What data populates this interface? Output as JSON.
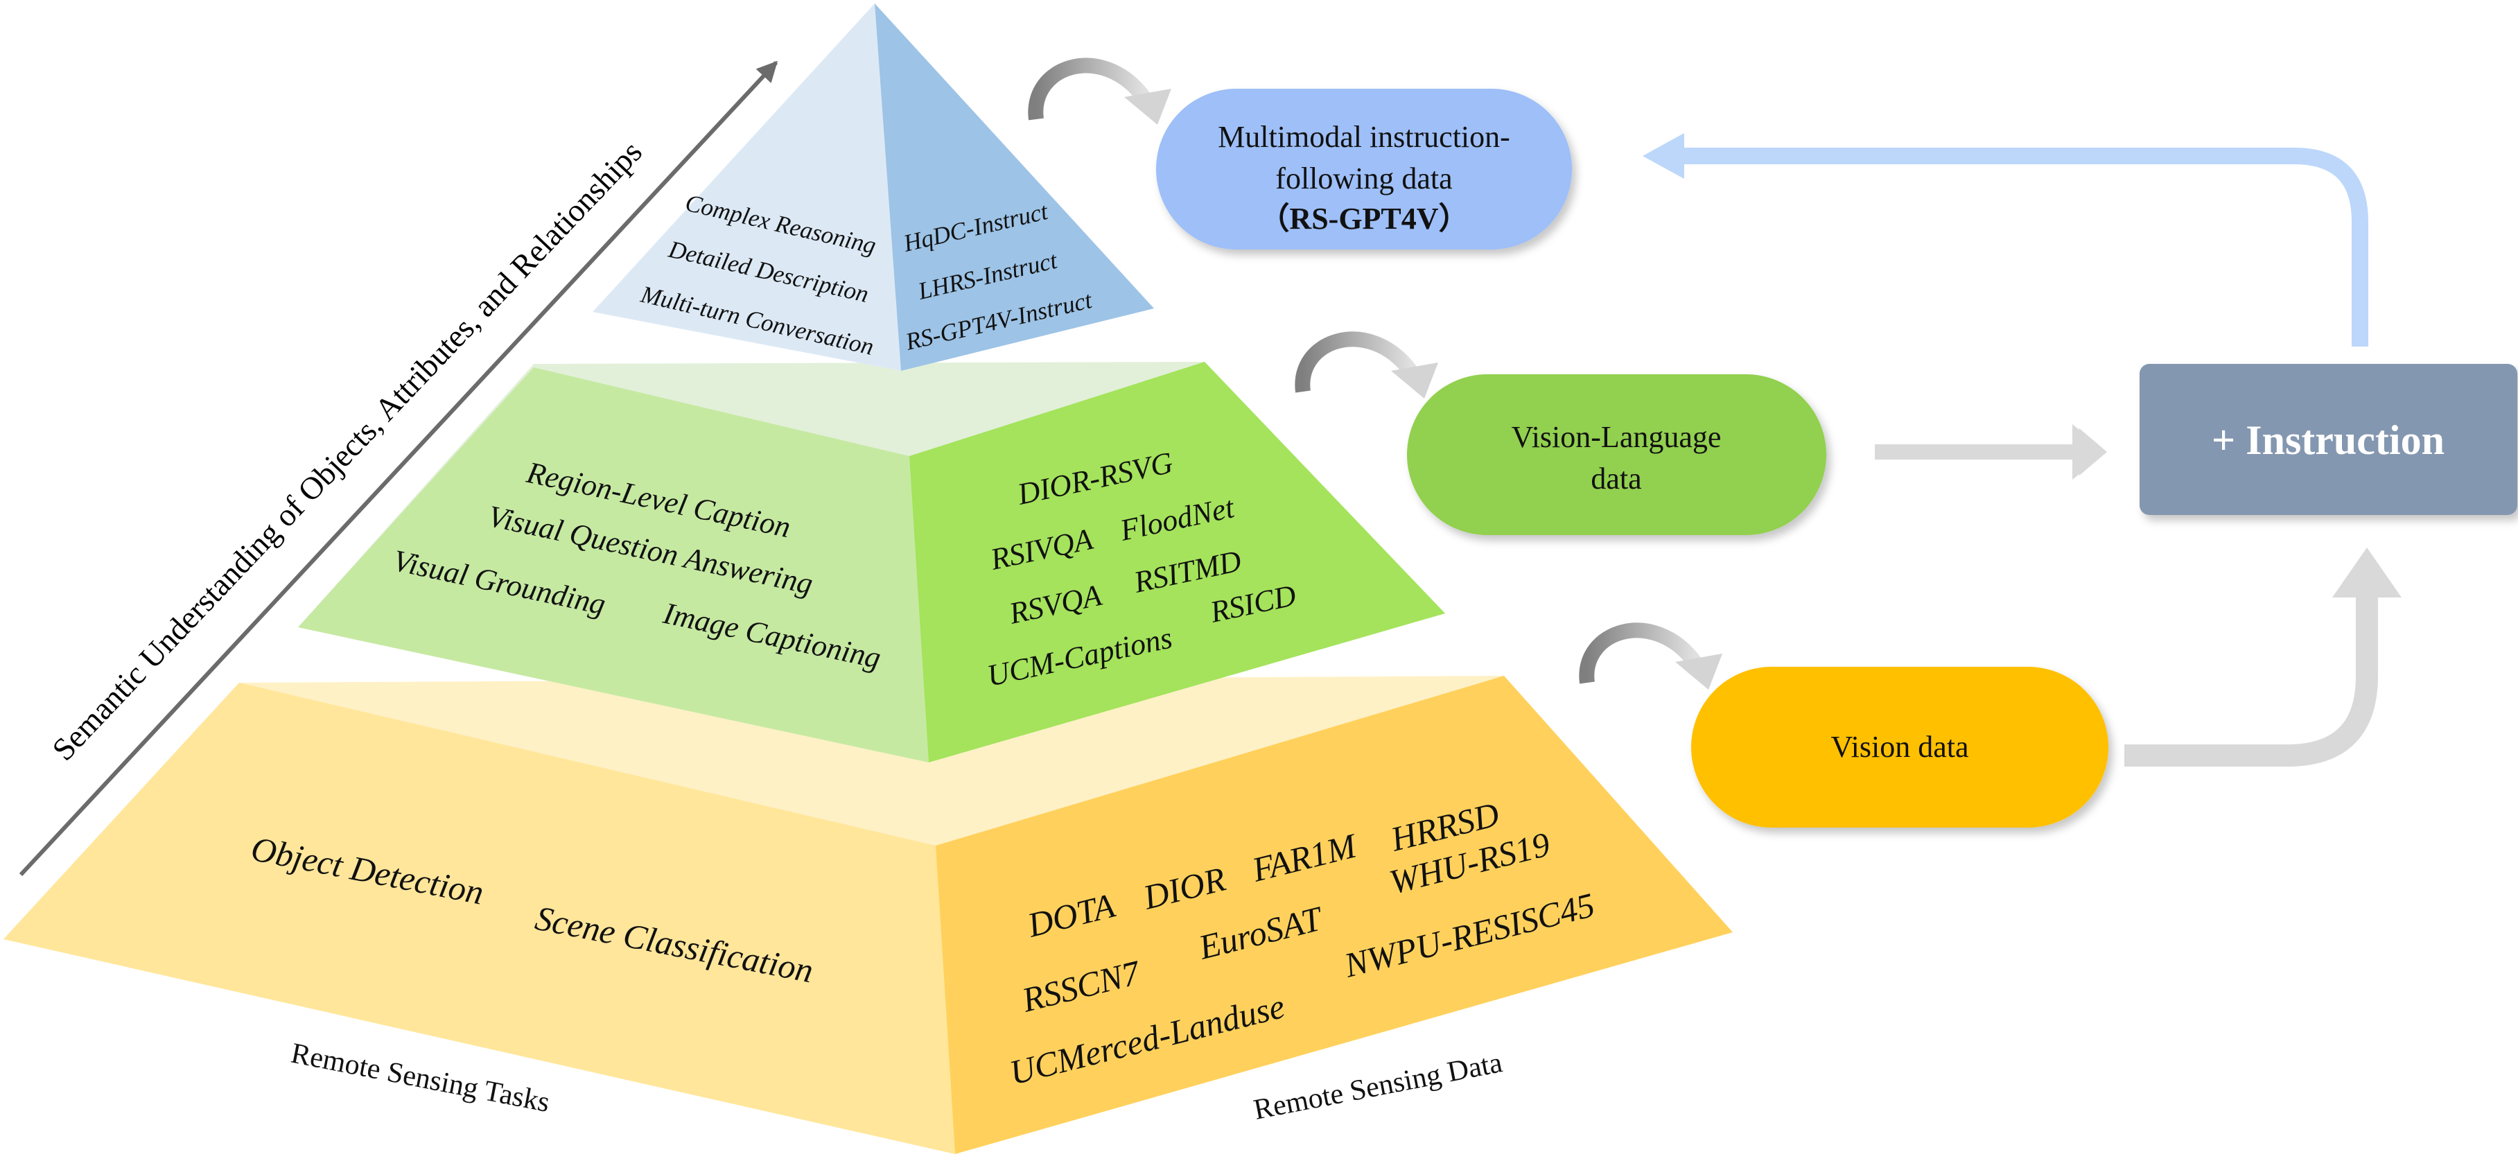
{
  "axis": {
    "label": "Semantic Understanding of Objects, Attributes, and Relationships"
  },
  "pyramid": {
    "top": {
      "tasks": [
        "Complex Reasoning",
        "Detailed Description",
        "Multi-turn Conversation"
      ],
      "datasets": [
        "HqDC-Instruct",
        "LHRS-Instruct",
        "RS-GPT4V-Instruct"
      ]
    },
    "middle": {
      "tasks": [
        "Region-Level Caption",
        "Visual Question Answering",
        "Visual Grounding",
        "Image Captioning"
      ],
      "datasets": [
        "DIOR-RSVG",
        "RSIVQA",
        "FloodNet",
        "RSVQA",
        "RSITMD",
        "UCM-Captions",
        "RSICD"
      ]
    },
    "bottom": {
      "tasks": [
        "Object Detection",
        "Scene Classification"
      ],
      "datasets": [
        "DOTA",
        "DIOR",
        "FAR1M",
        "HRRSD",
        "WHU-RS19",
        "EuroSAT",
        "RSSCN7",
        "NWPU-RESISC45",
        "UCMerced-Landuse"
      ]
    }
  },
  "bottom_labels": {
    "tasks": "Remote Sensing Tasks",
    "data": "Remote Sensing Data"
  },
  "boxes": {
    "multimodal": {
      "line1": "Multimodal  instruction-",
      "line2": "following data",
      "line3": "（RS-GPT4V）"
    },
    "vision_language": {
      "line1": "Vision-Language",
      "line2": "data"
    },
    "vision": {
      "line1": "Vision data"
    },
    "instruction": {
      "line1": "+ Instruction"
    }
  },
  "colors": {
    "top_left": "#dce9f5",
    "top_right": "#9dc3e6",
    "mid_left": "#c6e9a2",
    "mid_right": "#a4e35b",
    "bot_left": "#ffe69a",
    "bot_right": "#ffd15c",
    "multimodal_box": "#9ebff7",
    "vision_language_box": "#92d050",
    "vision_box": "#ffc000",
    "instruction_box": "#8497b0",
    "blue_arrow": "#bdd7fb",
    "gray_arrow": "#d9d9d9"
  }
}
